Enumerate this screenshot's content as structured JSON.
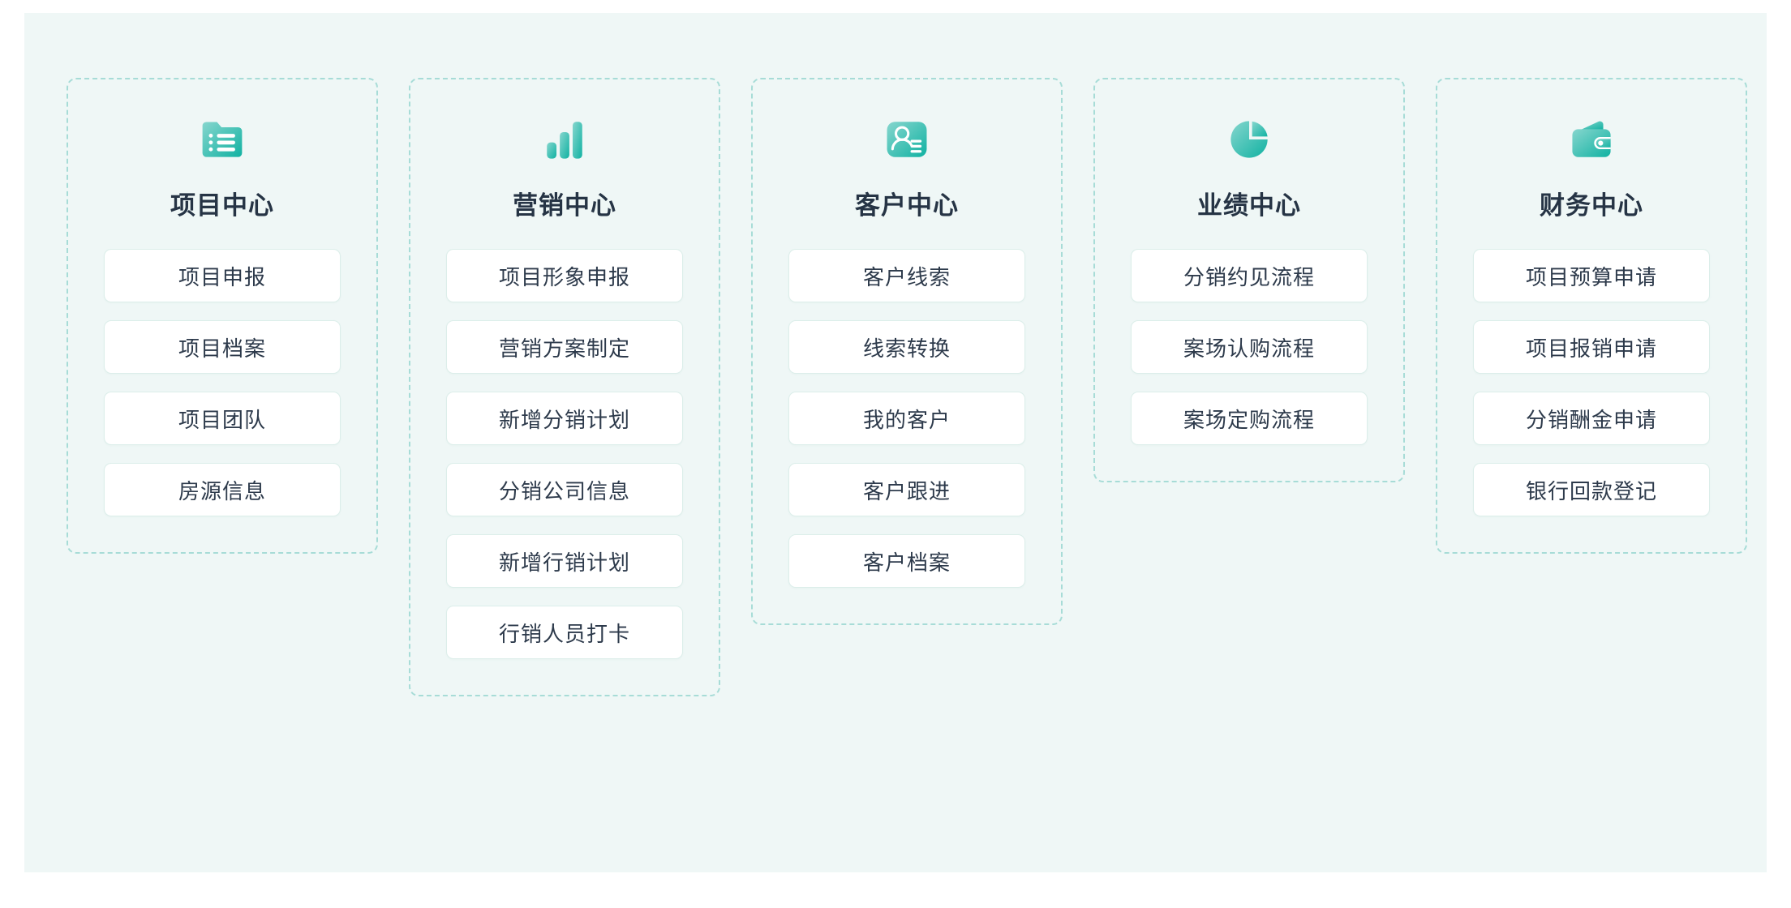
{
  "theme": {
    "page_background": "#ffffff",
    "panel_background": "#eff7f6",
    "dashed_border": "#a7dcd7",
    "card_border": "#dceeea",
    "card_background": "#ffffff",
    "title_color": "#263445",
    "item_text_color": "#2d3a4b",
    "icon_gradient_from": "#7fd3cb",
    "icon_gradient_to": "#16b3a3"
  },
  "columns": [
    {
      "icon": "project-folder-list-icon",
      "title": "项目中心",
      "items": [
        {
          "label": "项目申报"
        },
        {
          "label": "项目档案"
        },
        {
          "label": "项目团队"
        },
        {
          "label": "房源信息"
        }
      ]
    },
    {
      "icon": "bar-chart-icon",
      "title": "营销中心",
      "items": [
        {
          "label": "项目形象申报"
        },
        {
          "label": "营销方案制定"
        },
        {
          "label": "新增分销计划"
        },
        {
          "label": "分销公司信息"
        },
        {
          "label": "新增行销计划"
        },
        {
          "label": "行销人员打卡"
        }
      ]
    },
    {
      "icon": "contact-card-icon",
      "title": "客户中心",
      "items": [
        {
          "label": "客户线索"
        },
        {
          "label": "线索转换"
        },
        {
          "label": "我的客户"
        },
        {
          "label": "客户跟进"
        },
        {
          "label": "客户档案"
        }
      ]
    },
    {
      "icon": "pie-chart-icon",
      "title": "业绩中心",
      "items": [
        {
          "label": "分销约见流程"
        },
        {
          "label": "案场认购流程"
        },
        {
          "label": "案场定购流程"
        }
      ]
    },
    {
      "icon": "wallet-icon",
      "title": "财务中心",
      "items": [
        {
          "label": "项目预算申请"
        },
        {
          "label": "项目报销申请"
        },
        {
          "label": "分销酬金申请"
        },
        {
          "label": "银行回款登记"
        }
      ]
    }
  ]
}
